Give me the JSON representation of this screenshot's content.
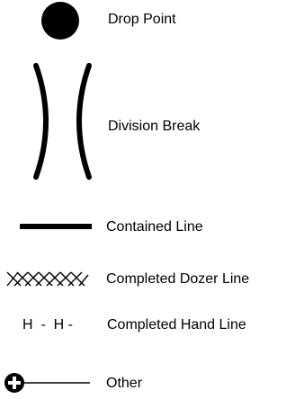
{
  "legend": {
    "items": [
      {
        "symbol": "filled-circle",
        "label": "Drop Point"
      },
      {
        "symbol": "opposing-parentheses",
        "label": "Division Break"
      },
      {
        "symbol": "thick-solid-line",
        "label": "Contained Line"
      },
      {
        "symbol": "crosshatch-line",
        "label": "Completed Dozer Line"
      },
      {
        "symbol": "H - H - pattern",
        "label": "Completed Hand Line",
        "symbol_text": "H  -  H -"
      },
      {
        "symbol": "circled-cross-with-line",
        "label": "Other"
      }
    ]
  }
}
